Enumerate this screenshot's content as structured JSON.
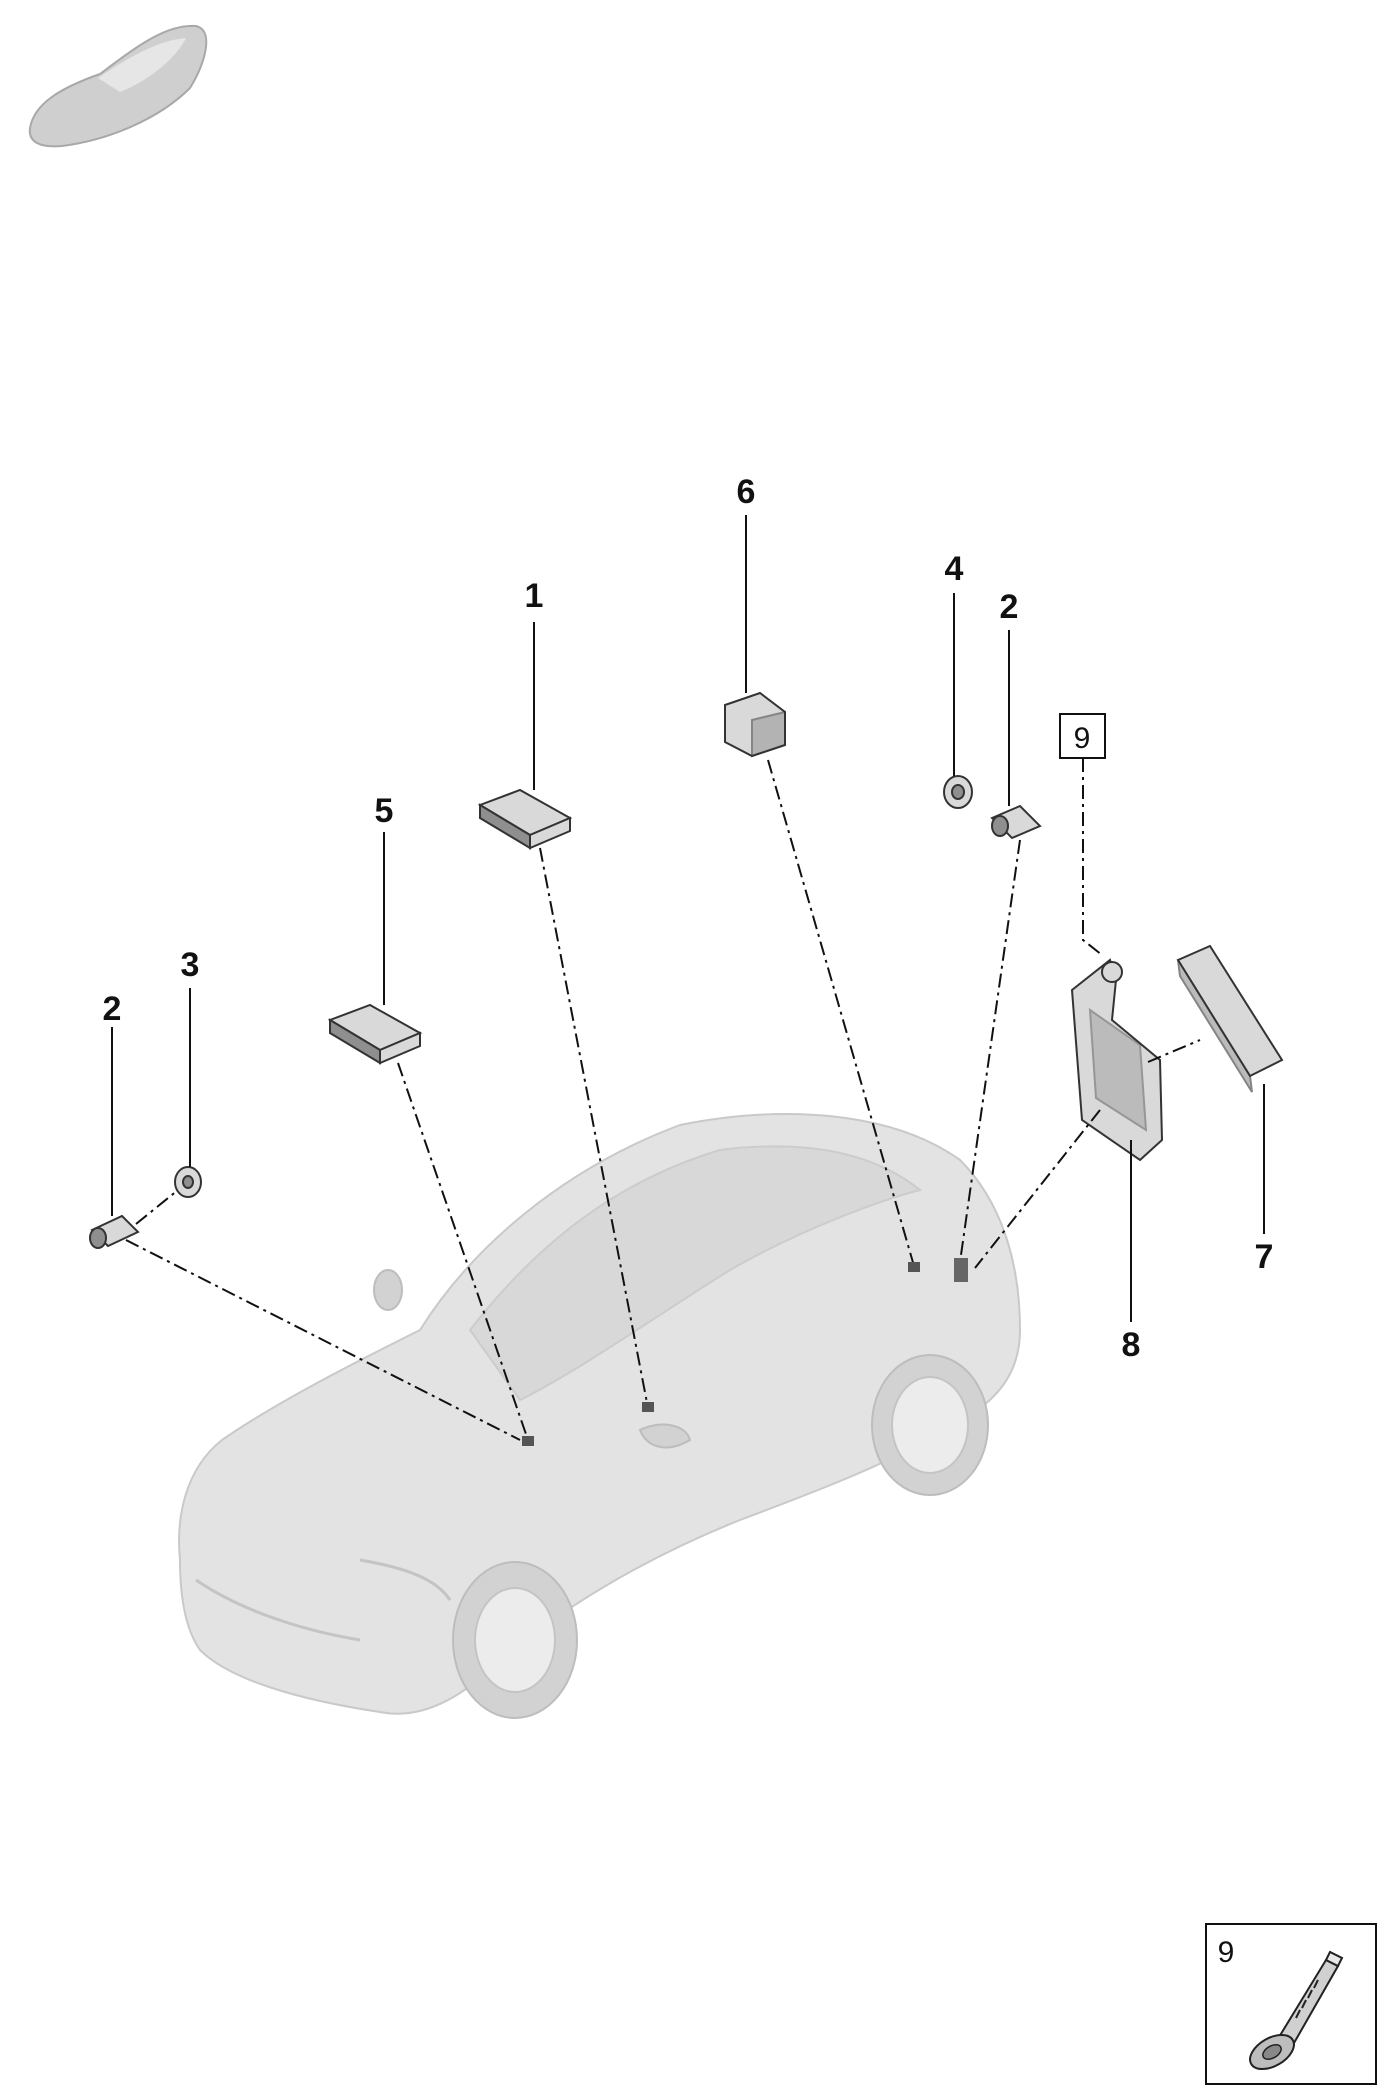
{
  "callouts": {
    "c1": "1",
    "c2a": "2",
    "c2b": "2",
    "c3": "3",
    "c4": "4",
    "c5": "5",
    "c6": "6",
    "c7": "7",
    "c8": "8"
  },
  "reference_box": {
    "label": "9"
  },
  "detail_box": {
    "label": "9",
    "icon": "screw-icon"
  },
  "thumbnail": {
    "icon": "car-silhouette-icon"
  }
}
